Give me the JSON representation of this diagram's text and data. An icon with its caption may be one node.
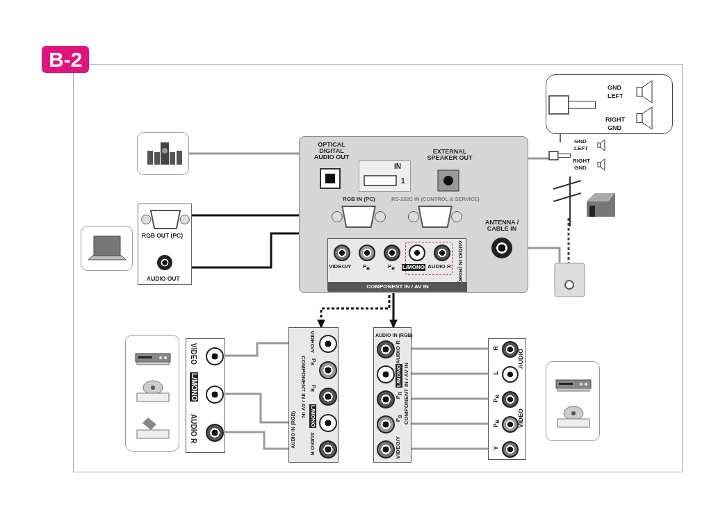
{
  "diagram": {
    "title": "B-2",
    "nodes": [
      {
        "text": [],
        "shape": "box"
      },
      {
        "text": [
          "OPTICAL DIGITAL AUDIO OUT"
        ],
        "in": 0
      },
      {
        "text": [
          "IN",
          "1"
        ],
        "in": 0
      },
      {
        "text": [
          "EXTERNAL SPEAKER OUT"
        ],
        "in": 0
      },
      {
        "text": [
          "RGB IN (PC)"
        ],
        "in": 0
      },
      {
        "text": [
          "RS-232C IN (CONTROL & SERVICE)"
        ],
        "in": 0
      },
      {
        "text": [
          "ANTENNA / CABLE IN"
        ],
        "in": 0
      },
      {
        "text": [
          "VIDEO/Y",
          "P$_{B}$",
          "P$_{R}$",
          "L/MONO",
          "AUDIO R",
          "AUDIO IN (RGB)",
          "COMPONENT IN / AV IN"
        ],
        "in": 0
      },
      {
        "text": [],
        "shape": "picture"
      },
      {
        "text": [],
        "shape": "picture"
      },
      {
        "text": [],
        "shape": "box"
      },
      {
        "text": [
          "RGB OUT (PC)"
        ],
        "in": 10
      },
      {
        "text": [
          "AUDIO OUT"
        ],
        "in": 10
      },
      {
        "text": [
          "GND",
          "LEFT",
          "RIGHT",
          "GND"
        ]
      },
      {
        "text": [
          "GND",
          "LEFT",
          "RIGHT",
          "GND"
        ]
      },
      {
        "text": [],
        "shape": "picture"
      },
      {
        "text": [],
        "shape": "picture"
      },
      {
        "text": [],
        "shape": "picture"
      },
      {
        "text": [],
        "shape": "box"
      },
      {
        "text": [],
        "shape": "picture",
        "in": 18
      },
      {
        "text": [],
        "shape": "picture",
        "in": 18
      },
      {
        "text": [],
        "shape": "picture",
        "in": 18
      },
      {
        "text": [
          "VIDEO",
          "L/MONO",
          "AUDIO R"
        ]
      },
      {
        "text": [
          "VIDEO/Y",
          "P$_{B}$",
          "P$_{R}$",
          "L/MONO",
          "AUDIO R",
          "COMPONENT IN / AV IN",
          "AUDIO IN (RGB)"
        ]
      },
      {
        "text": [
          "AUDIO IN (RGB)",
          "AUDIO R",
          "L/MONO",
          "P$_{R}$",
          "P$_{B}$",
          "VIDEO/Y",
          "COMPONENT IN / AV IN"
        ]
      },
      {
        "text": [
          "R",
          "L",
          "AUDIO",
          "P$_{R}$",
          "P$_{B}$",
          "Y",
          "VIDEO"
        ]
      },
      {
        "text": [],
        "shape": "box"
      },
      {
        "text": [],
        "shape": "picture",
        "in": 26
      },
      {
        "text": [],
        "shape": "picture",
        "in": 26
      }
    ],
    "edges": [
      {
        "from": 8,
        "to": 1,
        "arrow": "none"
      },
      {
        "from": 11,
        "to": 4,
        "arrow": "to",
        "color": "#111111"
      },
      {
        "from": 12,
        "to": 7,
        "arrow": "to",
        "color": "#111111"
      },
      {
        "from": 3,
        "to": 14,
        "arrow": "none"
      },
      {
        "from": 14,
        "to": 13,
        "arrow": "none",
        "color": "#333333"
      },
      {
        "from": 15,
        "to": 17,
        "arrow": "none",
        "style": "dashed",
        "color": "#444444"
      },
      {
        "from": 6,
        "to": 17,
        "arrow": "none"
      },
      {
        "from": 7,
        "to": 23,
        "arrow": "to",
        "style": "dashed",
        "color": "#111111"
      },
      {
        "from": 7,
        "to": 24,
        "arrow": "to",
        "color": "#111111"
      },
      {
        "from": 22,
        "to": 23,
        "arrow": "none"
      },
      {
        "from": 22,
        "to": 23,
        "arrow": "none"
      },
      {
        "from": 22,
        "to": 23,
        "arrow": "none"
      },
      {
        "from": 24,
        "to": 25,
        "arrow": "none"
      },
      {
        "from": 24,
        "to": 25,
        "arrow": "none"
      },
      {
        "from": 24,
        "to": 25,
        "arrow": "none"
      },
      {
        "from": 24,
        "to": 25,
        "arrow": "none"
      },
      {
        "from": 24,
        "to": 25,
        "arrow": "none"
      }
    ]
  }
}
